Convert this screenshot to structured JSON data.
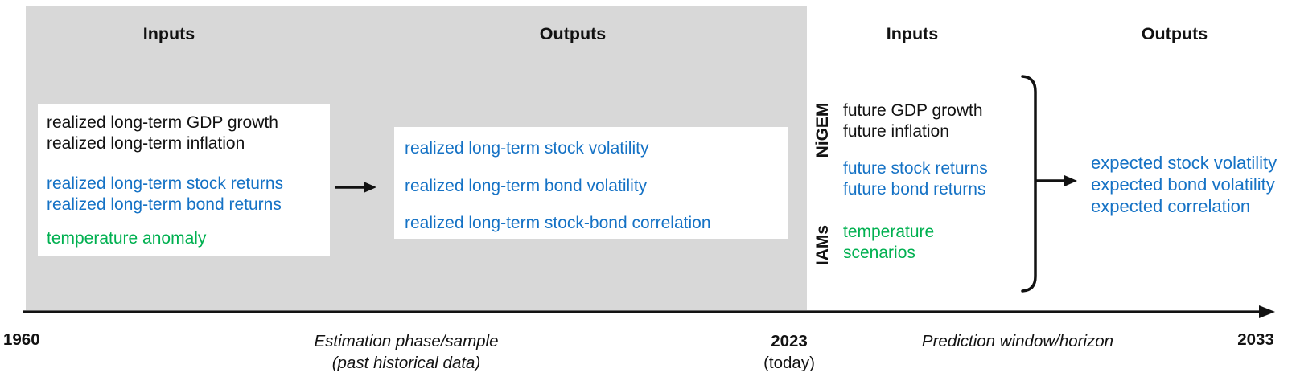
{
  "colors": {
    "accent_blue": "#1572c5",
    "accent_green": "#00b050",
    "panel_gray": "#d8d8d8",
    "text_black": "#121212"
  },
  "estimation": {
    "inputs_header": "Inputs",
    "outputs_header": "Outputs",
    "input_box": {
      "black_lines": [
        "realized long-term GDP growth",
        "realized long-term inflation"
      ],
      "blue_lines": [
        "realized long-term stock returns",
        "realized long-term bond returns"
      ],
      "green_lines": [
        "temperature anomaly"
      ]
    },
    "output_box": {
      "blue_lines": [
        "realized long-term stock volatility",
        "realized long-term bond volatility",
        "realized long-term stock-bond correlation"
      ]
    }
  },
  "prediction": {
    "inputs_header": "Inputs",
    "outputs_header": "Outputs",
    "nigem_label": "NiGEM",
    "iams_label": "IAMs",
    "nigem_black_lines": [
      "future GDP growth",
      "future inflation"
    ],
    "nigem_blue_lines": [
      "future stock returns",
      "future bond returns"
    ],
    "iams_green_lines": [
      "temperature",
      "scenarios"
    ],
    "output_lines": [
      "expected stock volatility",
      "expected bond volatility",
      "expected correlation"
    ]
  },
  "timeline": {
    "start_year": "1960",
    "estimation_label_line1": "Estimation phase/sample",
    "estimation_label_line2": "(past historical data)",
    "current_year": "2023",
    "current_year_note": "(today)",
    "prediction_label": "Prediction window/horizon",
    "end_year": "2033"
  }
}
